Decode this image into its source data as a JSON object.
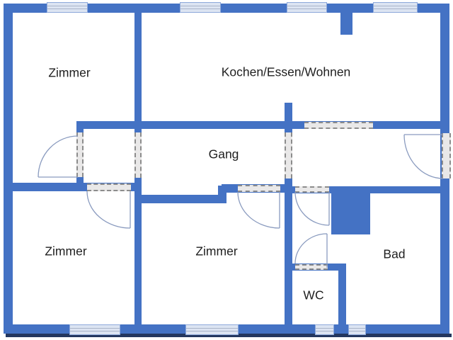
{
  "rooms": {
    "zimmer_top_left": {
      "label": "Zimmer"
    },
    "kitchen_living": {
      "label": "Kochen/Essen/Wohnen"
    },
    "hallway": {
      "label": "Gang"
    },
    "zimmer_bottom_left": {
      "label": "Zimmer"
    },
    "zimmer_bottom_middle": {
      "label": "Zimmer"
    },
    "bathroom": {
      "label": "Bad"
    },
    "toilet": {
      "label": "WC"
    }
  },
  "colors": {
    "wall": "#4472c4",
    "window-fill": "#dce4f2",
    "window-border": "#8ea9db",
    "window-line": "#a9b4c9",
    "opening-fill": "#e9e8e8",
    "opening-dash": "#8c8c8c",
    "door-arc": "#8a9bbf",
    "shadow": "#24375f",
    "label": "#1f1f1f",
    "background": "#ffffff"
  }
}
